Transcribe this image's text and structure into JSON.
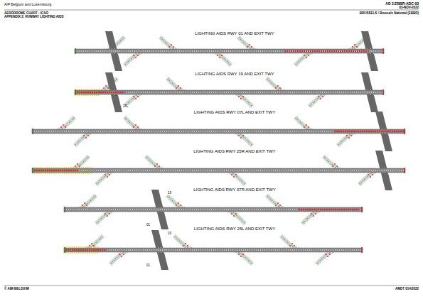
{
  "diagram": {
    "title": "AERODROME CHART - ICAO",
    "labels": [
      "AIP Belgium and Luxembourg",
      "AD 2.EBBR-ADC-03",
      "03-NOV-2022",
      "APPENDIX 2: RUNWAY LIGHTING AIDS",
      "BRUSSELS / Brussels National (EBBR)",
      "LIGHTING AIDS RWY 01 AND EXIT TWY",
      "LIGHTING AIDS RWY 19 AND EXIT TWY",
      "LIGHTING AIDS RWY 07L AND EXIT TWY",
      "LIGHTING AIDS RWY 25R AND EXIT TWY",
      "LIGHTING AIDS RWY 07R AND EXIT TWY",
      "LIGHTING AIDS RWY 25L AND EXIT TWY",
      "25L",
      "19",
      "01",
      "19",
      "01",
      "© AIM BELGIUM",
      "AMDT 014/2022"
    ]
  }
}
